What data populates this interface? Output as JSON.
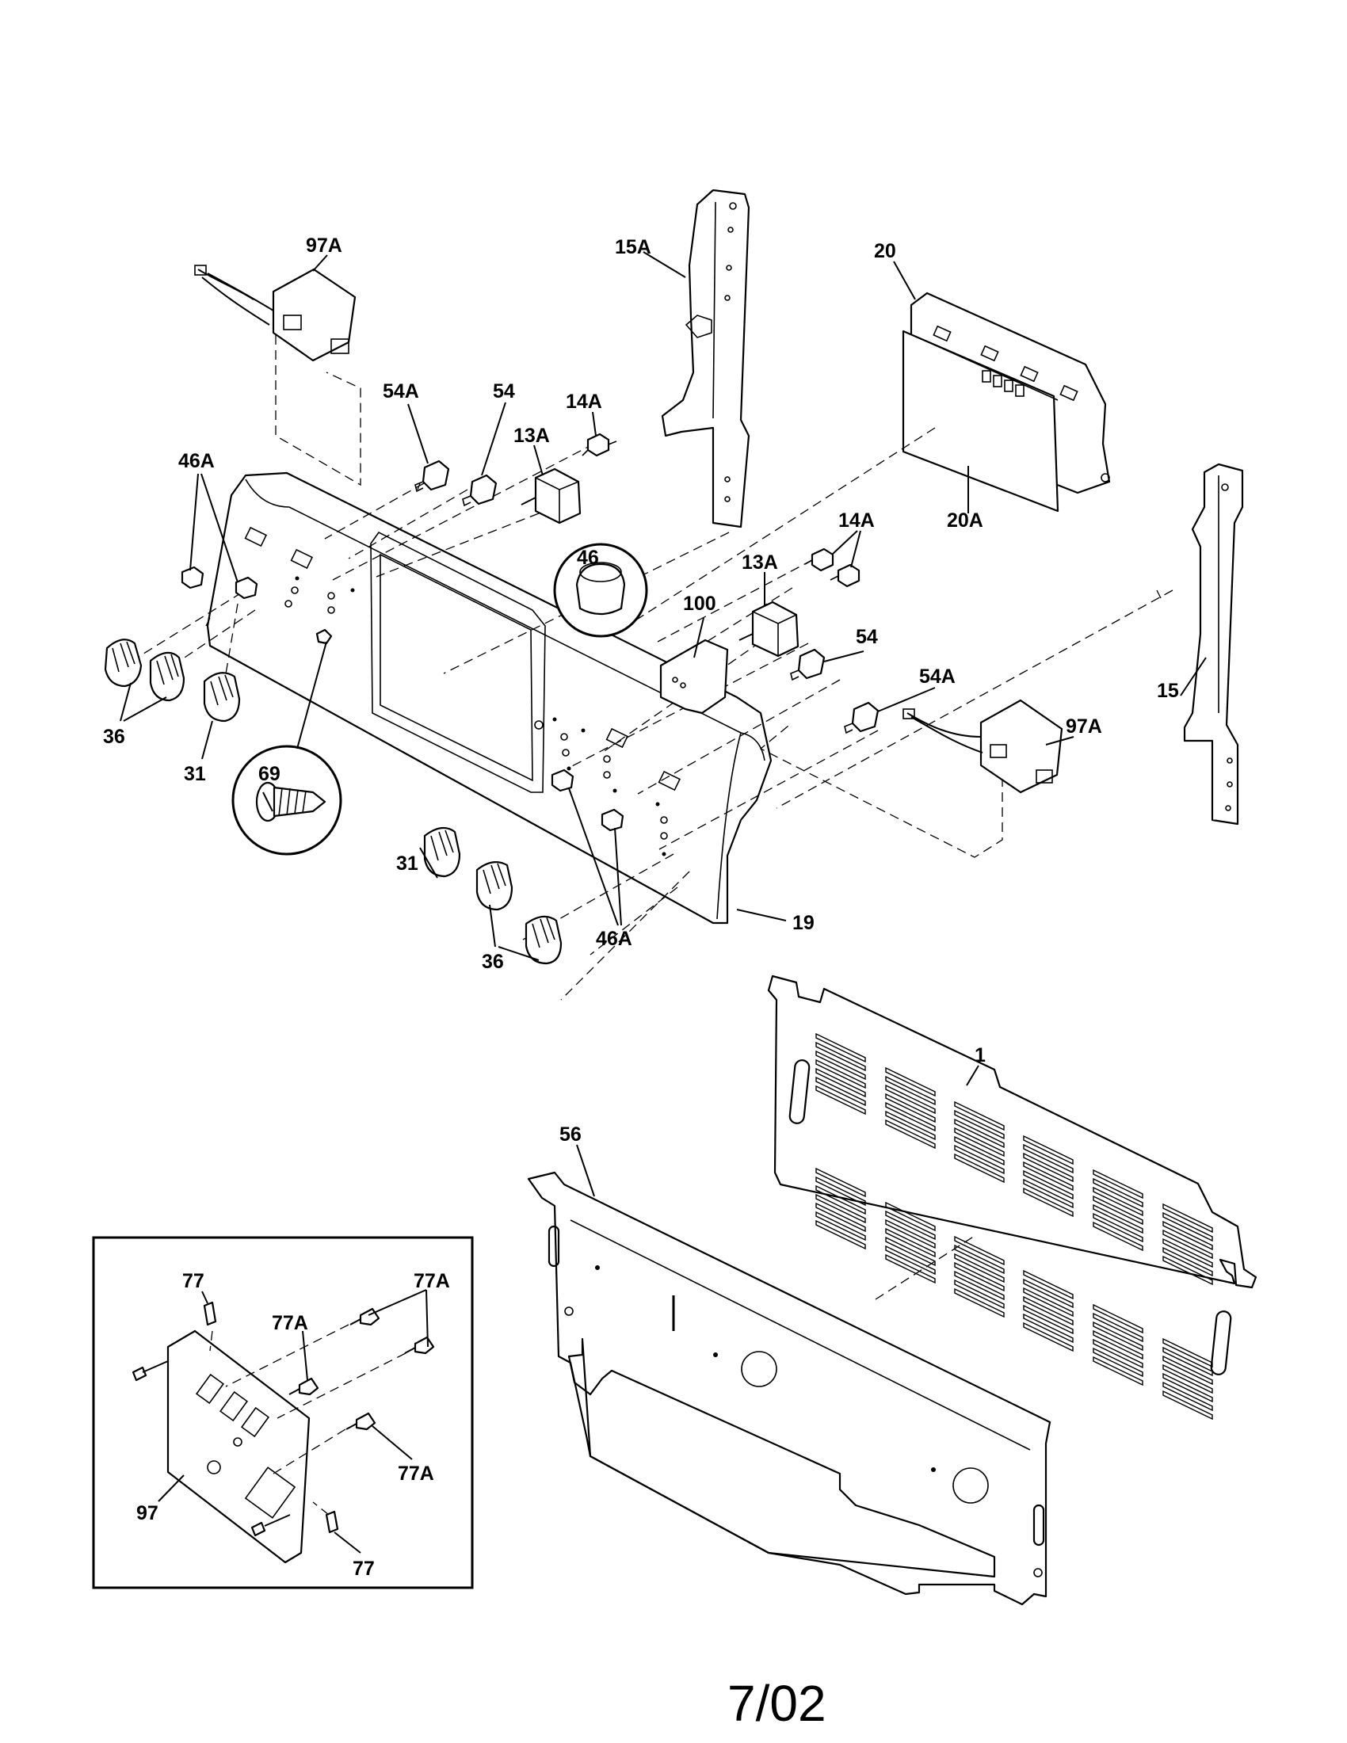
{
  "labels": {
    "p97A_top": "97A",
    "p15A": "15A",
    "p20": "20",
    "p54A_top": "54A",
    "p54_top": "54",
    "p14A_top": "14A",
    "p13A_top": "13A",
    "p46A_left": "46A",
    "p20A": "20A",
    "p14A_right": "14A",
    "p46": "46",
    "p13A_right": "13A",
    "p100": "100",
    "p54_right": "54",
    "p15": "15",
    "p54A_right": "54A",
    "p97A_right": "97A",
    "p36_left": "36",
    "p31_left": "31",
    "p69": "69",
    "p31_bottom": "31",
    "p19": "19",
    "p46A_bottom": "46A",
    "p36_bottom": "36",
    "p1": "1",
    "p56": "56",
    "p77_top": "77",
    "p77A_right": "77A",
    "p77A_left": "77A",
    "p77A_lower": "77A",
    "p97": "97",
    "p77_bottom": "77"
  },
  "footer": "7/02"
}
